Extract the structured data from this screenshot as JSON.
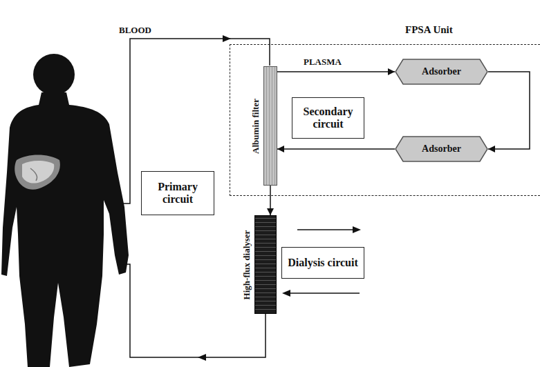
{
  "diagram": {
    "nodes": [
      {
        "text": [
          "FPSA Unit"
        ]
      },
      {
        "text": [
          "Albumin filter"
        ],
        "in": 0
      },
      {
        "text": [
          "Adsorber"
        ],
        "in": 0
      },
      {
        "text": [
          "Secondary circuit"
        ],
        "in": 0
      },
      {
        "text": [
          "Adsorber"
        ],
        "in": 0
      },
      {
        "text": [
          "Primary circuit"
        ]
      },
      {
        "text": [
          "High-flux dialyser"
        ]
      },
      {
        "text": [
          "Dialysis circuit"
        ]
      }
    ],
    "edges": [
      {
        "from": 1,
        "to": 2,
        "arrow": "to",
        "label": "PLASMA"
      },
      {
        "from": 2,
        "to": 4,
        "arrow": "to"
      },
      {
        "from": 4,
        "to": 1,
        "arrow": "to"
      },
      {
        "from": 1,
        "to": 6,
        "arrow": "to"
      }
    ],
    "labels": [
      "BLOOD"
    ]
  }
}
